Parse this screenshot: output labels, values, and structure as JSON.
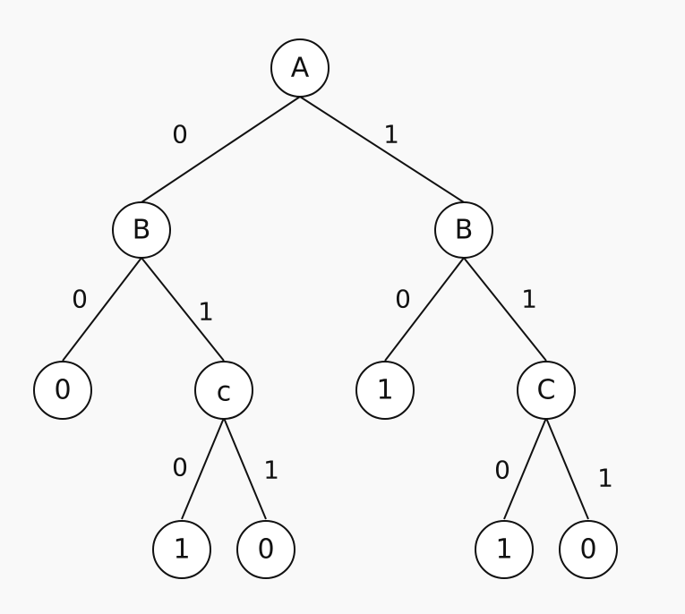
{
  "colors": {
    "background": "#f9f9f9",
    "stroke": "#111111",
    "node_fill": "#ffffff"
  },
  "nodes": {
    "a": "A",
    "b_left": "B",
    "b_right": "B",
    "leaf_0": "0",
    "c_lower": "c",
    "leaf_1": "1",
    "c_upper": "C",
    "leaf_c_lower_0": "1",
    "leaf_c_lower_1": "0",
    "leaf_c_upper_0": "1",
    "leaf_c_upper_1": "0"
  },
  "edges": {
    "a_b_left": "0",
    "a_b_right": "1",
    "b_left_leaf_0": "0",
    "b_left_c_lower": "1",
    "b_right_leaf_1": "0",
    "b_right_c_upper": "1",
    "c_lower_leaf_0": "0",
    "c_lower_leaf_1": "1",
    "c_upper_leaf_0": "0",
    "c_upper_leaf_1": "1"
  }
}
